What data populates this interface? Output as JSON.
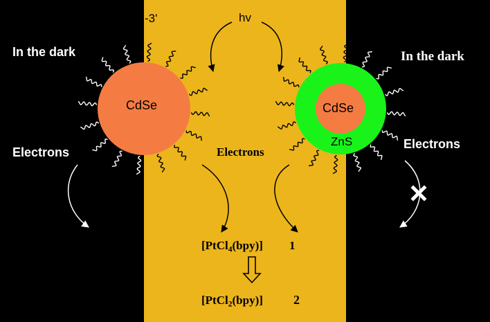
{
  "labels": {
    "left_dark": "In the dark",
    "right_dark": "In the dark",
    "left_electrons": "Electrons",
    "center_electrons": "Electrons",
    "right_electrons": "Electrons",
    "left_core": "CdSe",
    "right_core": "CdSe",
    "shell": "ZnS",
    "hv": "hv",
    "prime_3": "-3'"
  },
  "compounds": {
    "reactant": {
      "pre": "[PtCl",
      "sub": "4",
      "post": "(bpy)]",
      "number": "1"
    },
    "product": {
      "pre": "[PtCl",
      "sub": "2",
      "post": "(bpy)]",
      "number": "2"
    }
  },
  "colors": {
    "dark_panel": "#000000",
    "light_panel": "#ecb51c",
    "cdse_core": "#f47c43",
    "zns_shell": "#19f319",
    "ligand_dark": "#ffffff",
    "ligand_light": "#000000"
  },
  "icons": {
    "blocked": "x-mark-icon",
    "reaction": "hollow-down-arrow-icon"
  }
}
